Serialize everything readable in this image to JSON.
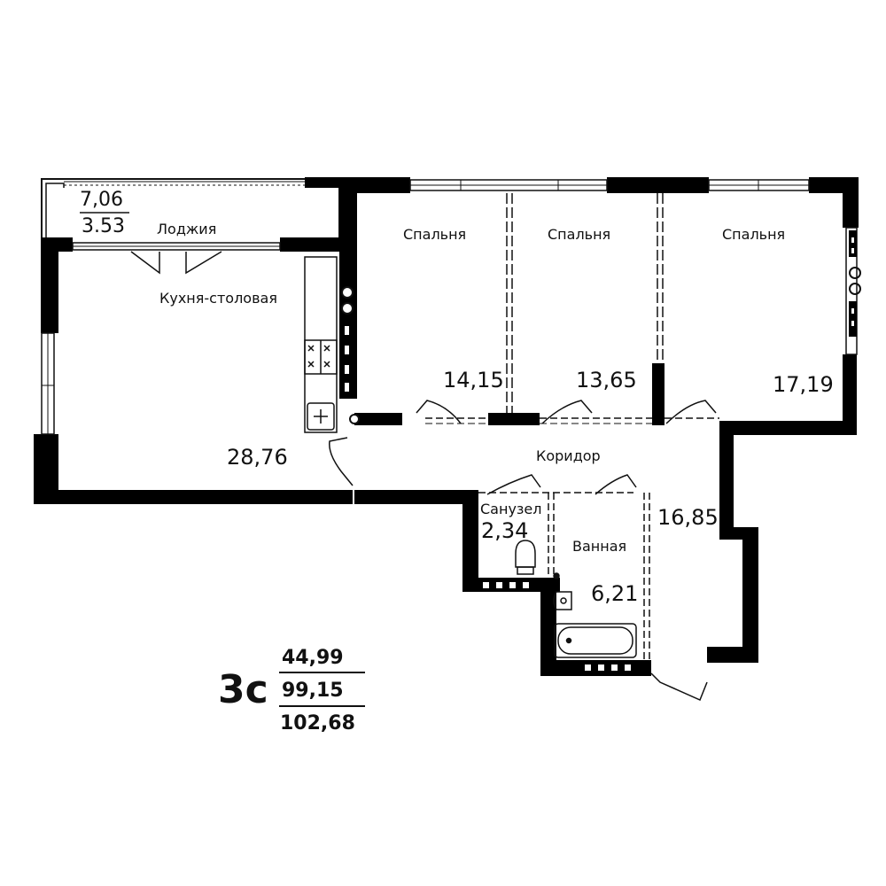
{
  "plan": {
    "type_code": "3с",
    "totals": {
      "living_area": "44,99",
      "total_area": "99,15",
      "total_with_loggia": "102,68"
    },
    "loggia": {
      "label": "Лоджия",
      "area": "7,06",
      "reduced_area": "3.53"
    },
    "rooms": [
      {
        "key": "kitchen",
        "label": "Кухня-столовая",
        "area": "28,76"
      },
      {
        "key": "bedroom1",
        "label": "Спальня",
        "area": "14,15"
      },
      {
        "key": "bedroom2",
        "label": "Спальня",
        "area": "13,65"
      },
      {
        "key": "bedroom3",
        "label": "Спальня",
        "area": "17,19"
      },
      {
        "key": "corridor",
        "label": "Коридор",
        "area": "16,85"
      },
      {
        "key": "wc",
        "label": "Санузел",
        "area": "2,34"
      },
      {
        "key": "bathroom",
        "label": "Ванная",
        "area": "6,21"
      }
    ]
  }
}
